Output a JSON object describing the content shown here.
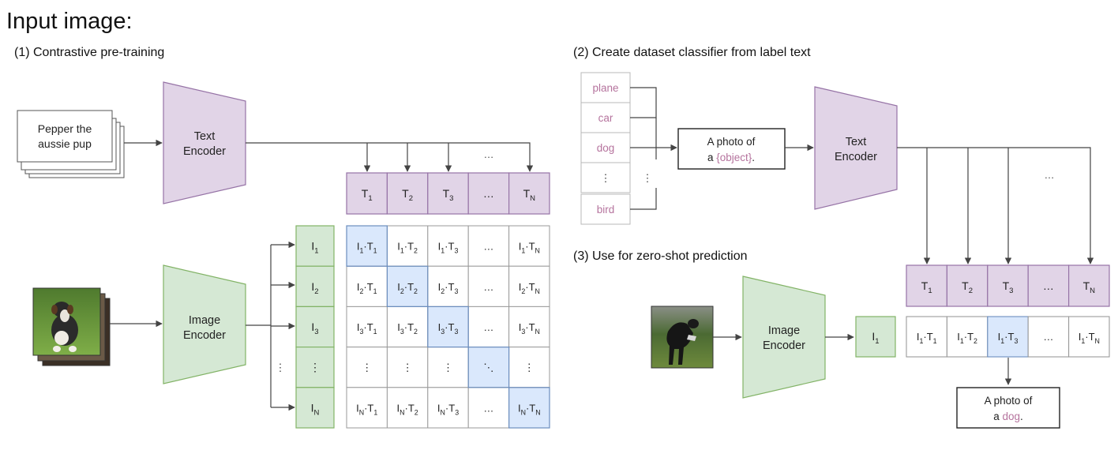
{
  "header": {
    "title": "Input image:"
  },
  "colors": {
    "encoder_text_fill": "#e1d4e7",
    "encoder_text_stroke": "#9673a6",
    "encoder_image_fill": "#d5e8d4",
    "encoder_image_stroke": "#82b366",
    "highlight_fill": "#dae8fc",
    "highlight_stroke": "#6c8ebf",
    "label_text": "#b5739d",
    "line": "#444444"
  },
  "panel1": {
    "title": "(1) Contrastive pre-training",
    "caption": [
      "Pepper the",
      "aussie pup"
    ],
    "text_encoder": [
      "Text",
      "Encoder"
    ],
    "image_encoder": [
      "Image",
      "Encoder"
    ],
    "text_embeddings": [
      {
        "b": "T",
        "s": "1"
      },
      {
        "b": "T",
        "s": "2"
      },
      {
        "b": "T",
        "s": "3"
      },
      {
        "b": "…",
        "s": ""
      },
      {
        "b": "T",
        "s": "N"
      }
    ],
    "image_embeddings": [
      {
        "b": "I",
        "s": "1"
      },
      {
        "b": "I",
        "s": "2"
      },
      {
        "b": "I",
        "s": "3"
      },
      {
        "b": "⋮",
        "s": ""
      },
      {
        "b": "I",
        "s": "N"
      }
    ],
    "left_vdots": "⋮",
    "arrow_ellipsis": "…",
    "matrix": [
      [
        "I1·T1",
        "I1·T2",
        "I1·T3",
        "…",
        "I1·TN"
      ],
      [
        "I2·T1",
        "I2·T2",
        "I2·T3",
        "…",
        "I2·TN"
      ],
      [
        "I3·T1",
        "I3·T2",
        "I3·T3",
        "…",
        "I3·TN"
      ],
      [
        "⋮",
        "⋮",
        "⋮",
        "⋱",
        "⋮"
      ],
      [
        "IN·T1",
        "IN·T2",
        "IN·T3",
        "…",
        "IN·TN"
      ]
    ],
    "diagonal_highlight": [
      [
        0,
        0
      ],
      [
        1,
        1
      ],
      [
        2,
        2
      ],
      [
        3,
        3
      ],
      [
        4,
        4
      ]
    ]
  },
  "panel2": {
    "title": "(2) Create dataset classifier from label text",
    "labels": [
      "plane",
      "car",
      "dog",
      "⋮",
      "bird"
    ],
    "side_vdots": "⋮",
    "template": {
      "line1": "A photo of",
      "line2_pre": "a ",
      "line2_obj": "{object}",
      "line2_post": "."
    },
    "text_encoder": [
      "Text",
      "Encoder"
    ],
    "arrow_ellipsis": "…"
  },
  "panel3": {
    "title": "(3) Use for zero-shot prediction",
    "image_encoder": [
      "Image",
      "Encoder"
    ],
    "image_embedding": {
      "b": "I",
      "s": "1"
    },
    "text_embeddings": [
      {
        "b": "T",
        "s": "1"
      },
      {
        "b": "T",
        "s": "2"
      },
      {
        "b": "T",
        "s": "3"
      },
      {
        "b": "…",
        "s": ""
      },
      {
        "b": "T",
        "s": "N"
      }
    ],
    "scores": [
      "I1·T1",
      "I1·T2",
      "I1·T3",
      "…",
      "I1·TN"
    ],
    "highlight_index": 2,
    "prediction": {
      "line1": "A photo of",
      "line2_pre": "a ",
      "line2_obj": "dog",
      "line2_post": "."
    }
  }
}
